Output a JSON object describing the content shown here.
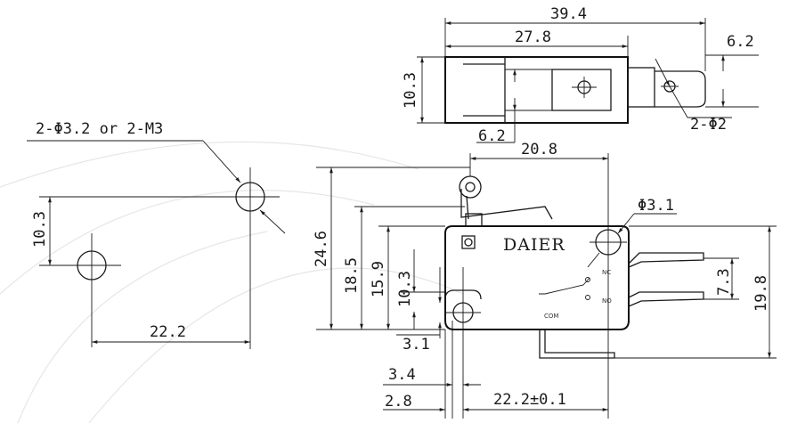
{
  "drawing": {
    "brand": "DAIER",
    "note_holes": "2-Φ3.2 or 2-M3",
    "labels": {
      "top_overall": "39.4",
      "top_inner": "27.8",
      "top_height": "10.3",
      "top_terminal_w": "6.2",
      "top_terminal_hole": "2-Φ2",
      "top_bottom": "6.2",
      "mount_spacing_v": "10.3",
      "mount_spacing_h": "22.2",
      "side_width": "20.8",
      "side_hole": "Φ3.1",
      "side_h246": "24.6",
      "side_h185": "18.5",
      "side_h159": "15.9",
      "side_h103": "10.3",
      "side_h73": "7.3",
      "side_h198": "19.8",
      "side_31": "3.1",
      "side_34": "3.4",
      "side_28": "2.8",
      "side_222": "22.2±0.1",
      "nc": "NC",
      "no": "NO",
      "com": "COM"
    }
  }
}
